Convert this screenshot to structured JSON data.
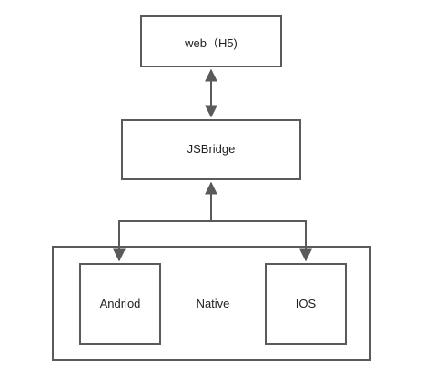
{
  "nodes": {
    "web": {
      "label": "web（H5)"
    },
    "jsbridge": {
      "label": "JSBridge"
    },
    "native": {
      "label": "Native"
    },
    "android": {
      "label": "Andriod"
    },
    "ios": {
      "label": "IOS"
    }
  },
  "edges": [
    {
      "from": "web",
      "to": "jsbridge",
      "direction": "bidirectional"
    },
    {
      "from": "jsbridge",
      "to": "android",
      "direction": "to-target"
    },
    {
      "from": "jsbridge",
      "to": "ios",
      "direction": "to-target"
    },
    {
      "from": "native",
      "to": "jsbridge",
      "direction": "to-target"
    }
  ],
  "colors": {
    "stroke": "#5a5a5a",
    "text": "#222222",
    "background": "#ffffff"
  }
}
